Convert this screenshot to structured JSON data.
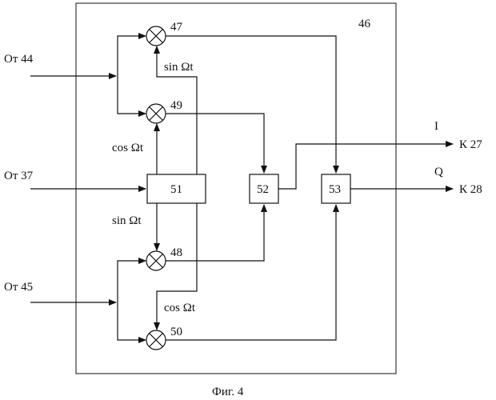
{
  "block_label": "46",
  "inputs": {
    "from_44": "От 44",
    "from_37": "От 37",
    "from_45": "От 45"
  },
  "outputs": {
    "to_27": "К 27",
    "to_28": "К 28",
    "signal_i": "I",
    "signal_q": "Q"
  },
  "mixers": {
    "m47": "47",
    "m49": "49",
    "m48": "48",
    "m50": "50"
  },
  "boxes": {
    "b51": "51",
    "b52": "52",
    "b53": "53"
  },
  "carriers": {
    "sin_top": "sin Ωt",
    "cos_top": "cos Ωt",
    "sin_bottom": "sin Ωt",
    "cos_bottom": "cos Ωt"
  },
  "caption": "Фиг. 4"
}
